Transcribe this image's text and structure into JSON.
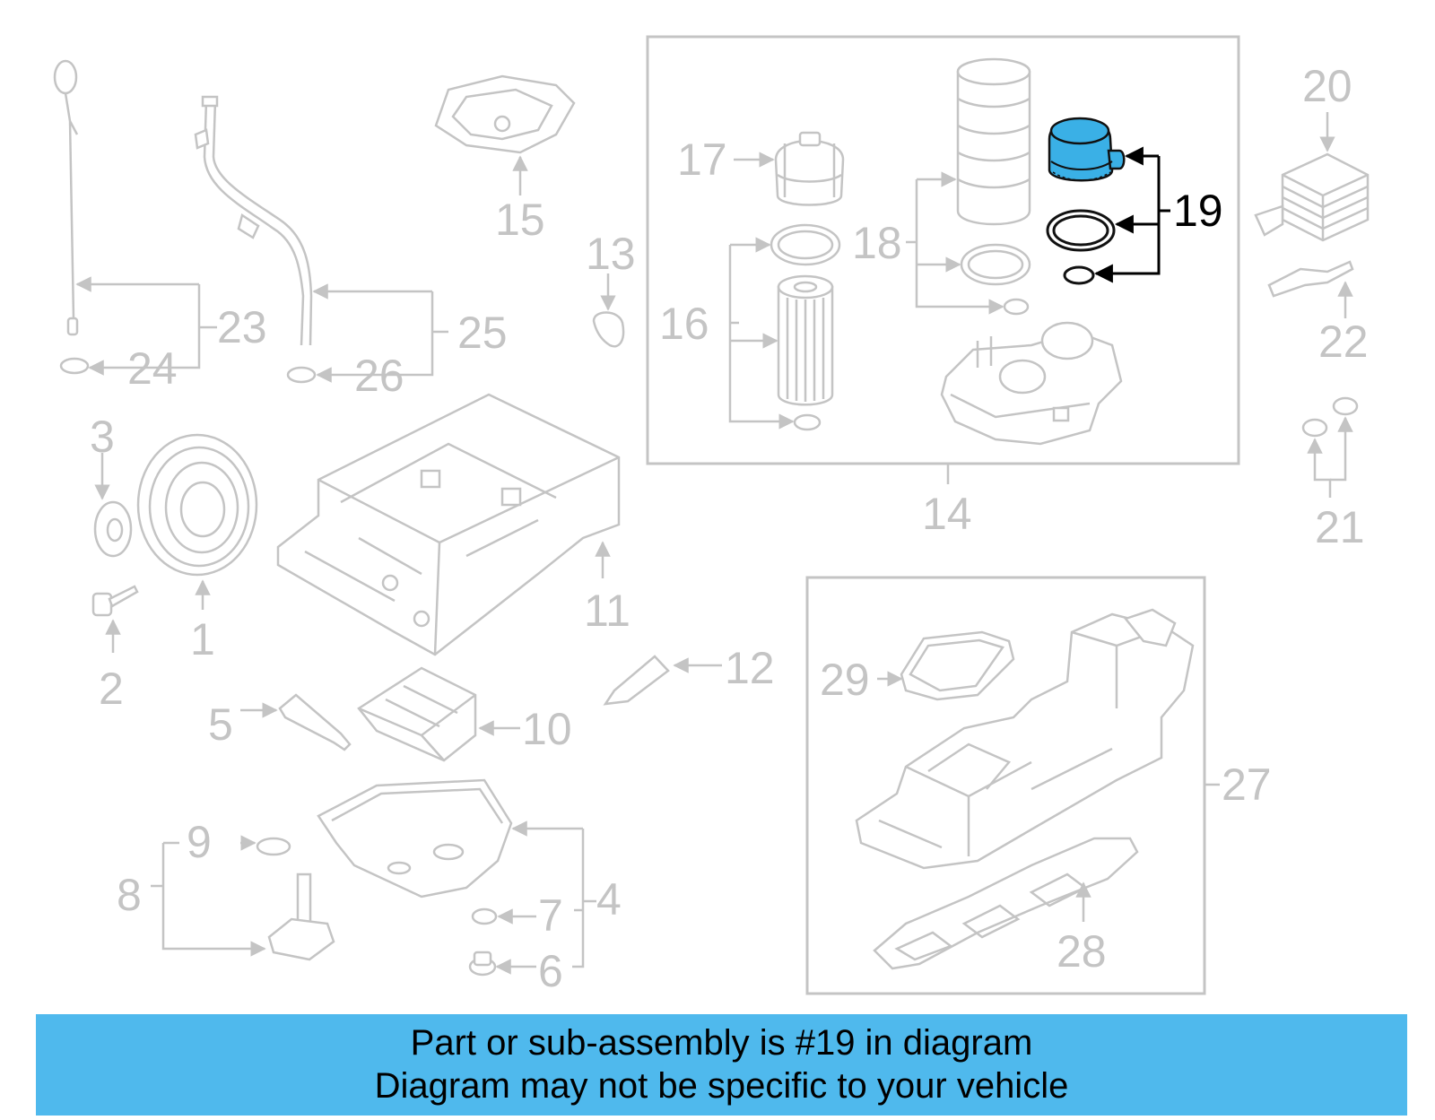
{
  "diagram": {
    "highlighted_part": "19",
    "highlight_color": "#3ab0e6",
    "part_labels": [
      "1",
      "2",
      "3",
      "4",
      "5",
      "6",
      "7",
      "8",
      "9",
      "10",
      "11",
      "12",
      "13",
      "14",
      "15",
      "16",
      "17",
      "18",
      "19",
      "20",
      "21",
      "22",
      "23",
      "24",
      "25",
      "26",
      "27",
      "28",
      "29"
    ]
  },
  "banner": {
    "line1": "Part or sub-assembly is #19 in diagram",
    "line2": "Diagram may not be specific to your vehicle",
    "background": "#4fb9ed"
  }
}
